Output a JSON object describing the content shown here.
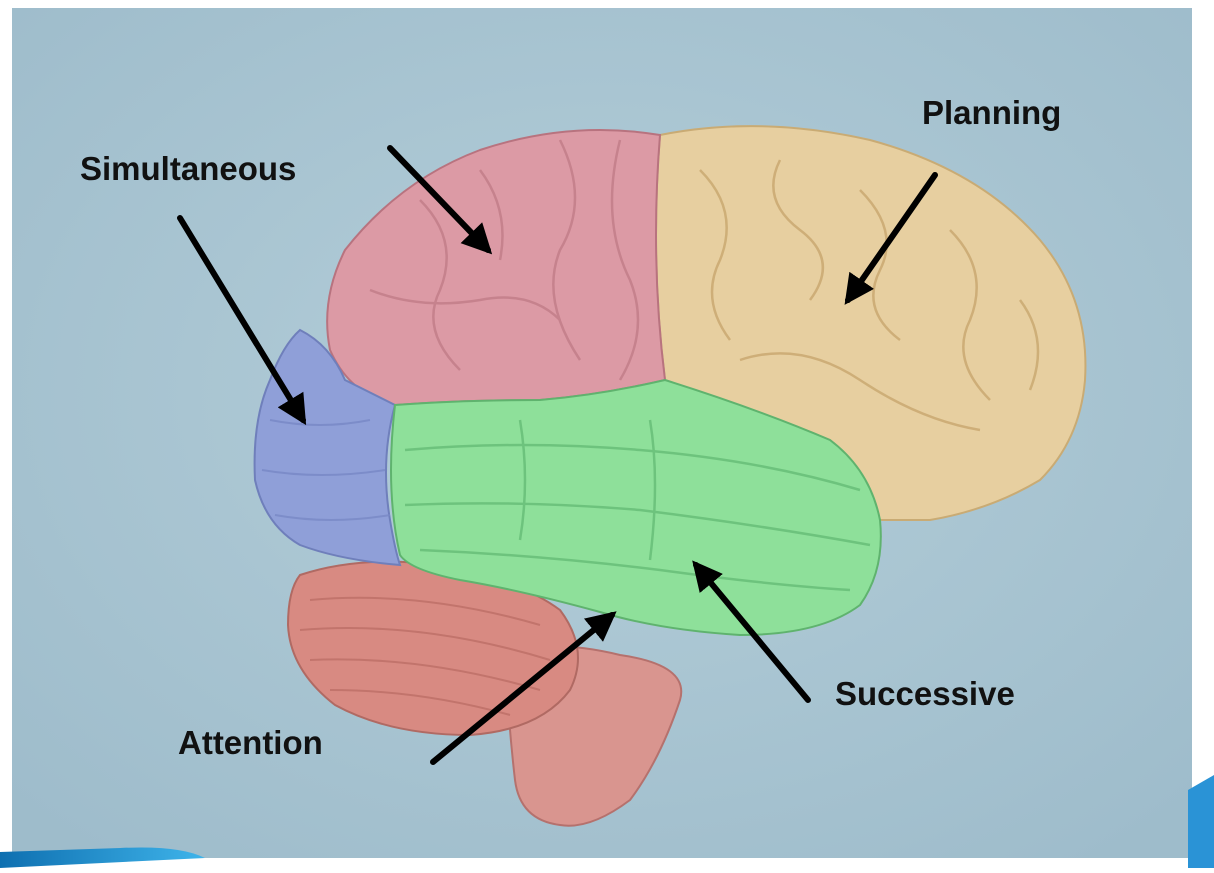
{
  "labels": {
    "planning": "Planning",
    "simultaneous": "Simultaneous",
    "successive": "Successive",
    "attention": "Attention"
  },
  "regions": {
    "frontal": {
      "name": "frontal-lobe",
      "color": "#e7cfa0"
    },
    "parietal": {
      "name": "parietal-lobe",
      "color": "#dc9aa5"
    },
    "occipital": {
      "name": "occipital-lobe",
      "color": "#8f9fd8"
    },
    "temporal": {
      "name": "temporal-lobe",
      "color": "#8ee09a"
    },
    "cerebellum": {
      "name": "cerebellum",
      "color": "#d88a82"
    },
    "brainstem": {
      "name": "brainstem",
      "color": "#d99a95"
    }
  },
  "colors": {
    "background": "#a8c4d3",
    "arrow": "#000000",
    "accent": "#1a8fd3"
  }
}
